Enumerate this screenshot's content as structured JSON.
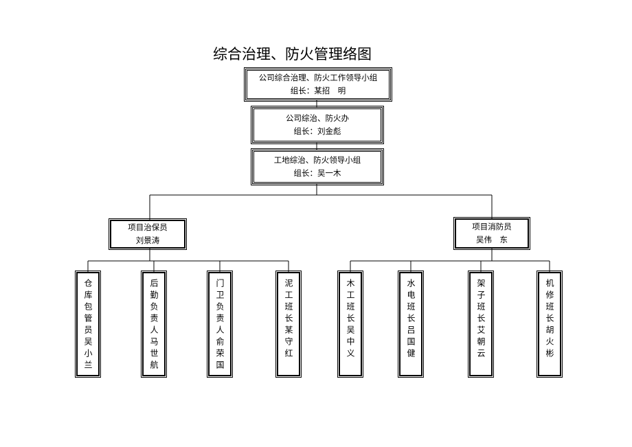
{
  "title": "综合治理、防火管理络图",
  "boxes": {
    "leading_group": {
      "line1": "公司综合治理、防火工作领导小组",
      "line2": "组长：某招　明"
    },
    "office": {
      "line1": "公司综治、防火办",
      "line2": "组长：刘金彪"
    },
    "site_group": {
      "line1": "工地综治、防火领导小组",
      "line2": "组长：吴一木"
    },
    "security": {
      "line1": "项目治保员",
      "line2": "刘景涛"
    },
    "fire": {
      "line1": "项目消防员",
      "line2": "吴伟　东"
    }
  },
  "teams": [
    "仓库包管员吴小兰",
    "后勤负责人马世航",
    "门卫负责人俞荣国",
    "泥工班长某守红",
    "木工班长吴中义",
    "水电班长吕国健",
    "架子班长艾朝云",
    "机修班长胡火彬"
  ]
}
